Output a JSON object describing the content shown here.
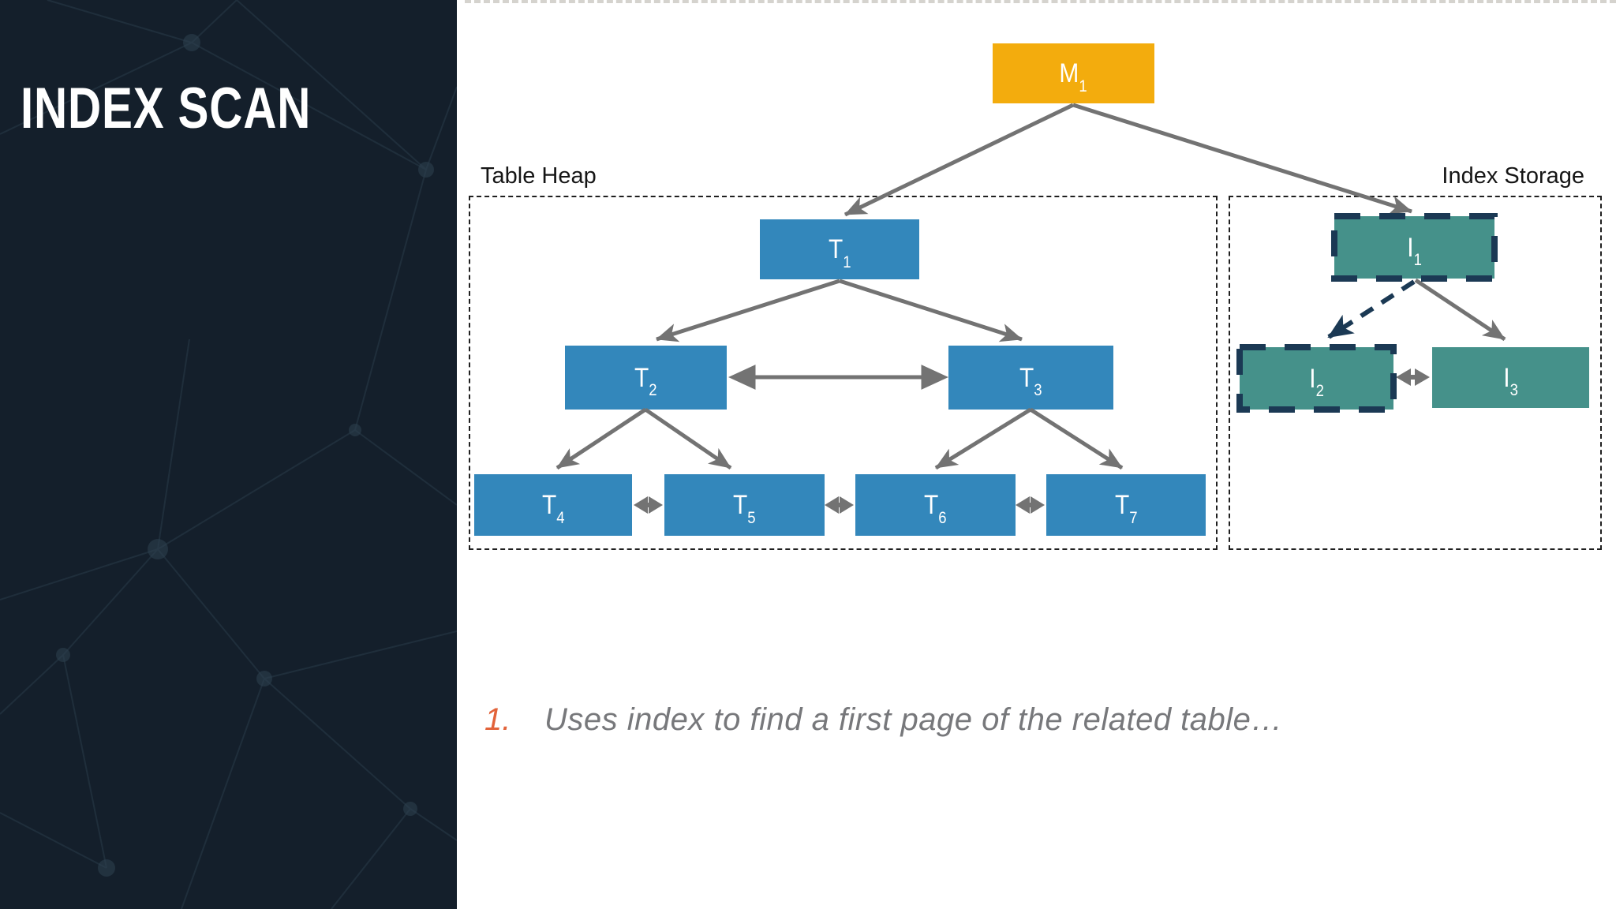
{
  "slide": {
    "title": "INDEX SCAN",
    "step_number": "1.",
    "step_text": "Uses index to find a first page of the related table…"
  },
  "diagram": {
    "regions": [
      {
        "id": "table-heap",
        "label": "Table Heap"
      },
      {
        "id": "index-storage",
        "label": "Index Storage"
      }
    ],
    "nodes": [
      {
        "id": "M1",
        "base": "M",
        "sub": "1",
        "type": "root",
        "region": "none",
        "highlighted": false
      },
      {
        "id": "T1",
        "base": "T",
        "sub": "1",
        "type": "table",
        "region": "table-heap",
        "highlighted": false
      },
      {
        "id": "T2",
        "base": "T",
        "sub": "2",
        "type": "table",
        "region": "table-heap",
        "highlighted": false
      },
      {
        "id": "T3",
        "base": "T",
        "sub": "3",
        "type": "table",
        "region": "table-heap",
        "highlighted": false
      },
      {
        "id": "T4",
        "base": "T",
        "sub": "4",
        "type": "table",
        "region": "table-heap",
        "highlighted": false
      },
      {
        "id": "T5",
        "base": "T",
        "sub": "5",
        "type": "table",
        "region": "table-heap",
        "highlighted": false
      },
      {
        "id": "T6",
        "base": "T",
        "sub": "6",
        "type": "table",
        "region": "table-heap",
        "highlighted": false
      },
      {
        "id": "T7",
        "base": "T",
        "sub": "7",
        "type": "table",
        "region": "table-heap",
        "highlighted": false
      },
      {
        "id": "I1",
        "base": "I",
        "sub": "1",
        "type": "index",
        "region": "index-storage",
        "highlighted": true
      },
      {
        "id": "I2",
        "base": "I",
        "sub": "2",
        "type": "index",
        "region": "index-storage",
        "highlighted": true
      },
      {
        "id": "I3",
        "base": "I",
        "sub": "3",
        "type": "index",
        "region": "index-storage",
        "highlighted": false
      }
    ],
    "edges": [
      {
        "from": "M1",
        "to": "T1",
        "style": "solid"
      },
      {
        "from": "M1",
        "to": "I1",
        "style": "solid"
      },
      {
        "from": "T1",
        "to": "T2",
        "style": "solid"
      },
      {
        "from": "T1",
        "to": "T3",
        "style": "solid"
      },
      {
        "from": "T2",
        "to": "T3",
        "style": "double"
      },
      {
        "from": "T2",
        "to": "T4",
        "style": "solid"
      },
      {
        "from": "T2",
        "to": "T5",
        "style": "solid"
      },
      {
        "from": "T3",
        "to": "T6",
        "style": "solid"
      },
      {
        "from": "T3",
        "to": "T7",
        "style": "solid"
      },
      {
        "from": "T4",
        "to": "T5",
        "style": "double"
      },
      {
        "from": "T5",
        "to": "T6",
        "style": "double"
      },
      {
        "from": "T6",
        "to": "T7",
        "style": "double"
      },
      {
        "from": "I1",
        "to": "I2",
        "style": "dashed-highlight"
      },
      {
        "from": "I1",
        "to": "I3",
        "style": "solid"
      },
      {
        "from": "I2",
        "to": "I3",
        "style": "double"
      }
    ],
    "colors": {
      "root": "#F3AC0D",
      "table": "#3387BB",
      "index": "#45918A",
      "arrow": "#737373",
      "highlight": "#1B3954",
      "region_border": "#1F1F1F",
      "sidebar_bg": "#141F2B",
      "step_number": "#E2633A",
      "step_text": "#77787B"
    }
  }
}
